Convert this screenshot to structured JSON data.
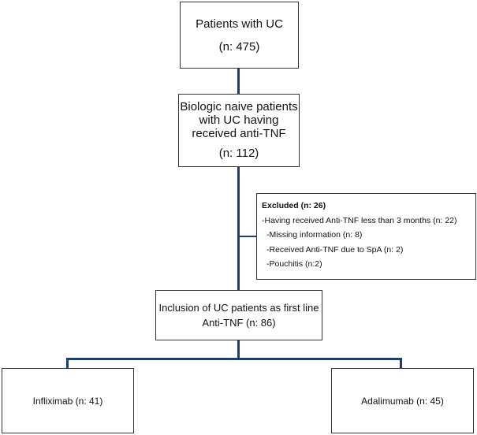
{
  "nodes": {
    "patients_uc": {
      "label": "Patients with UC",
      "count": "(n: 475)"
    },
    "biologic_naive": {
      "lines": [
        "Biologic naive patients",
        "with UC having",
        "received anti-TNF"
      ],
      "count": "(n: 112)"
    },
    "excluded": {
      "title": "Excluded (n: 26)",
      "items": [
        "-Having received Anti-TNF less than 3 months (n: 22)",
        "-Missing information (n: 8)",
        "-Received Anti-TNF due to SpA  (n: 2)",
        "-Pouchitis (n:2)"
      ]
    },
    "inclusion": {
      "lines": [
        "Inclusion of UC patients as first line",
        "Anti-TNF (n: 86)"
      ]
    },
    "infliximab": {
      "label": "Infliximab (n: 41)"
    },
    "adalimumab": {
      "label": "Adalimumab (n: 45)"
    }
  },
  "colors": {
    "connector": "#1f3d6b",
    "box_border": "#333333"
  }
}
